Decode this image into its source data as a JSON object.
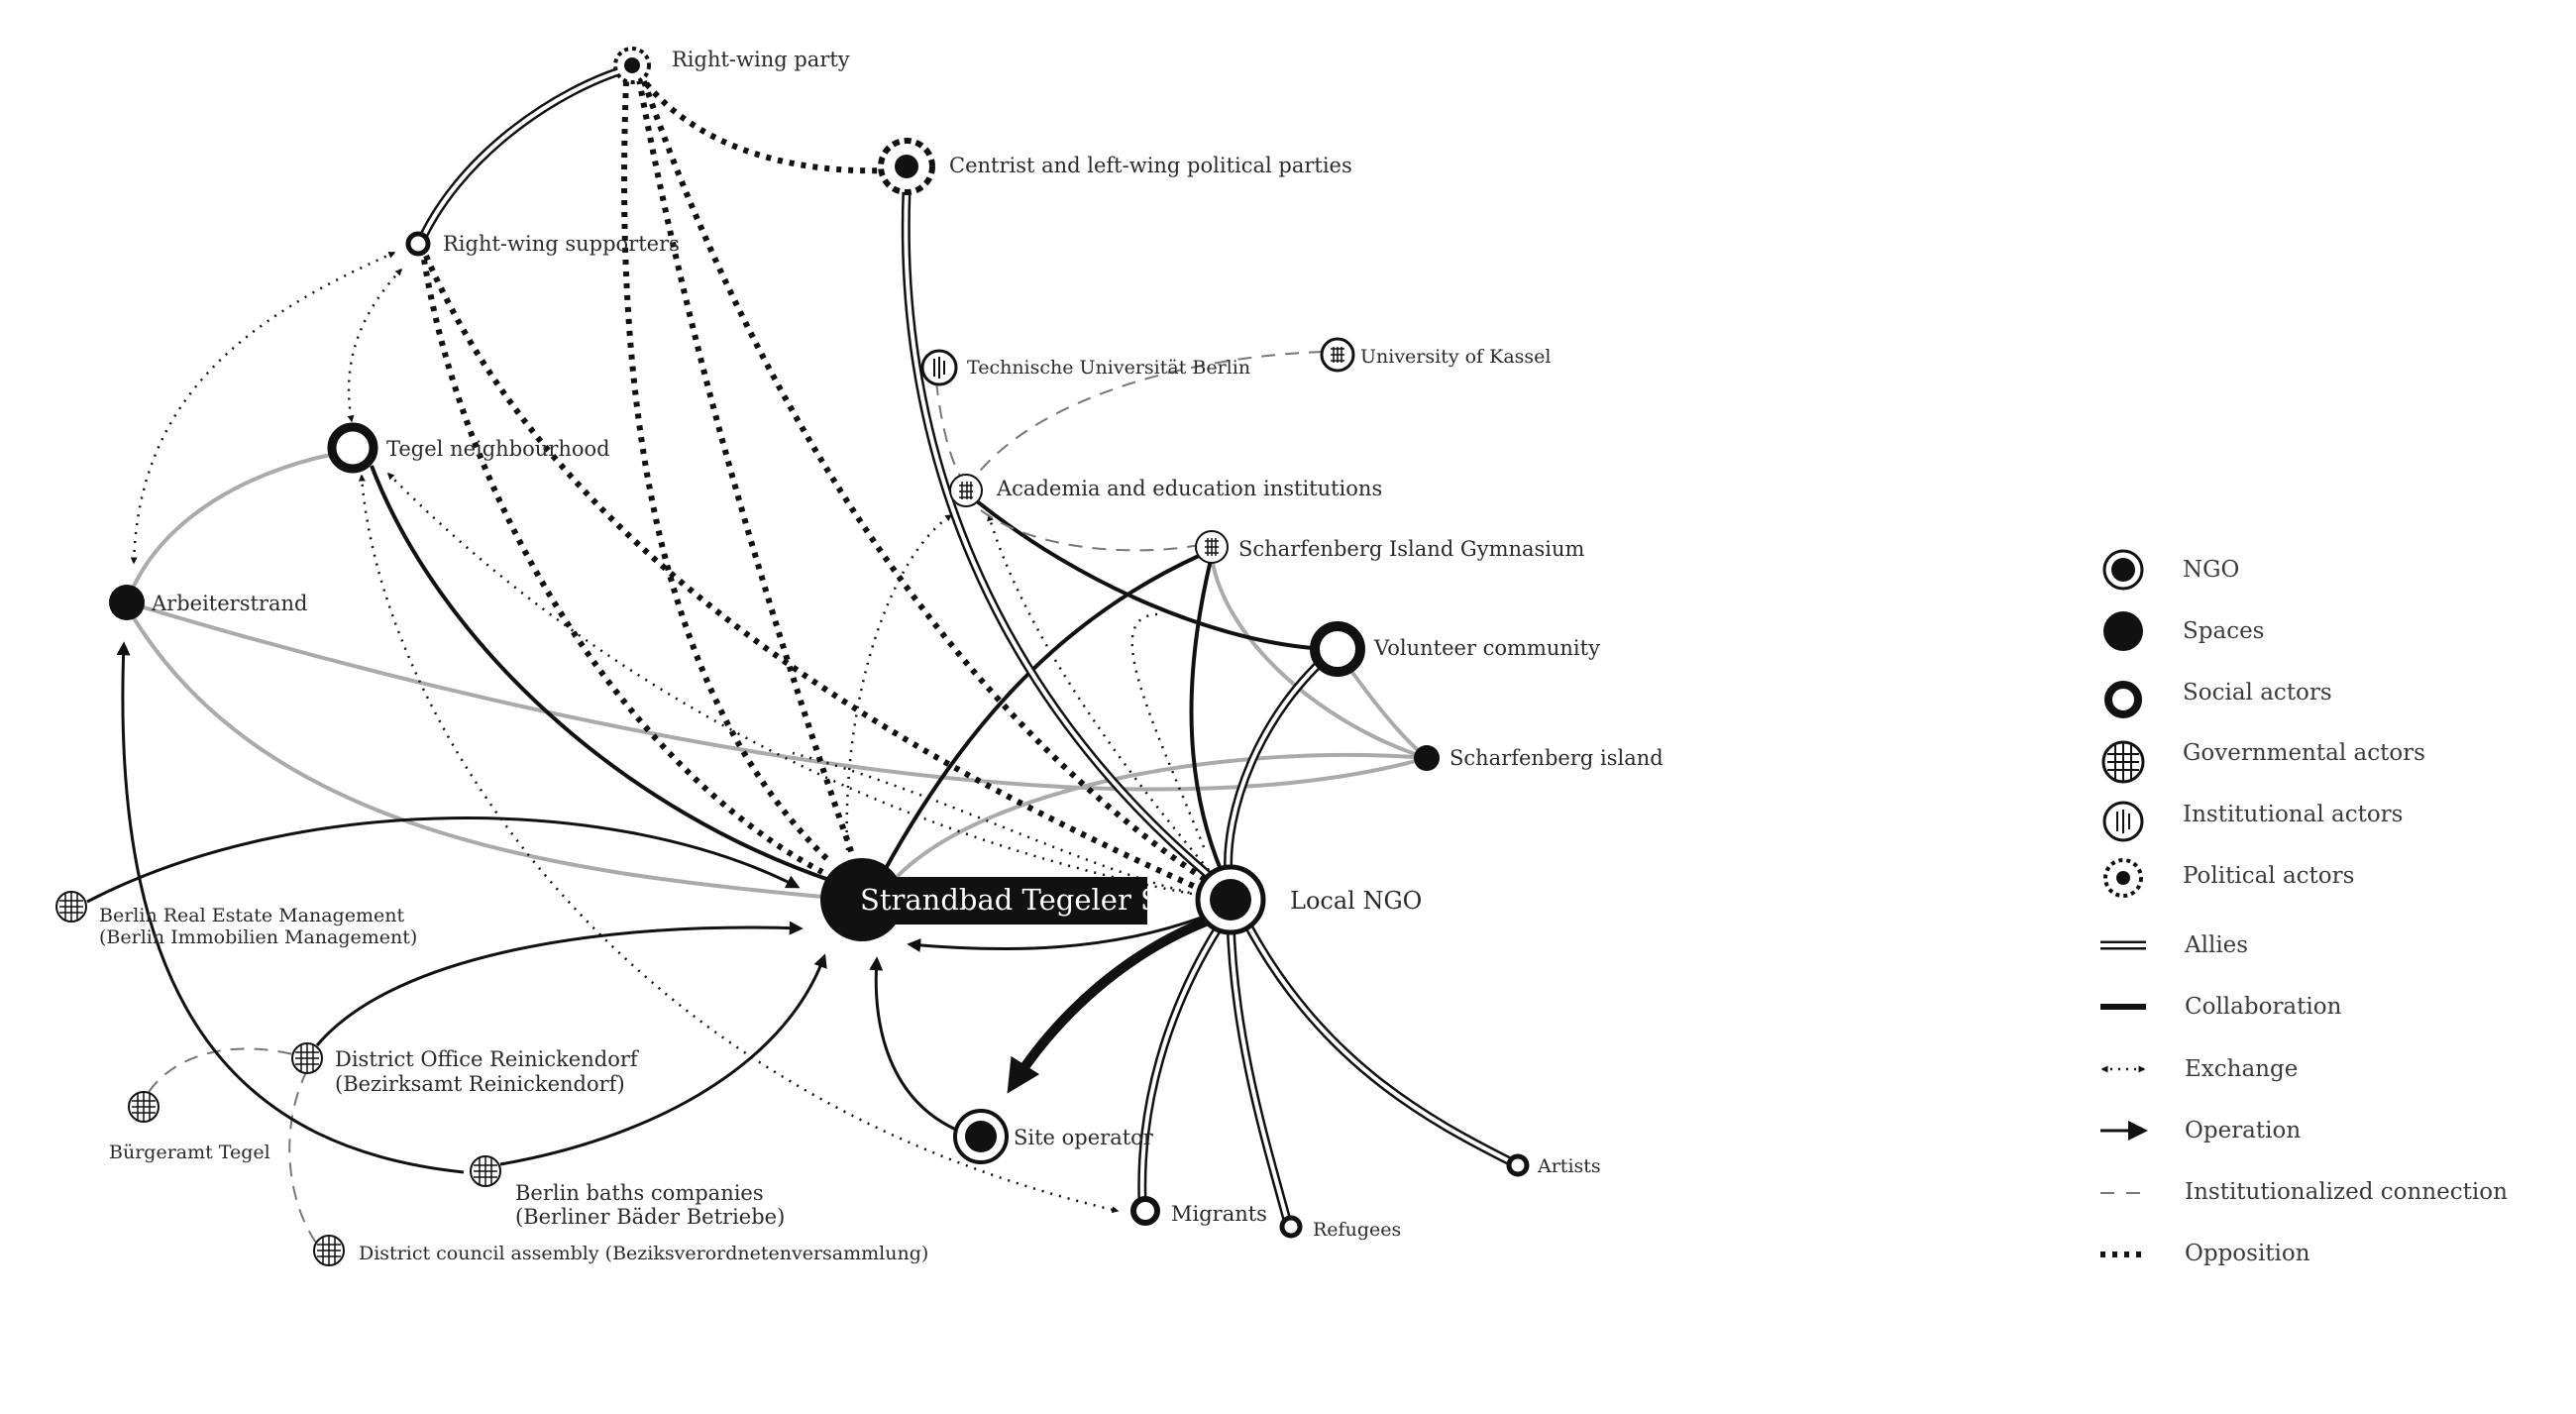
{
  "nodes": {
    "right_wing_party": "Right-wing party",
    "centrist_parties": "Centrist and left-wing political parties",
    "right_wing_supporters": "Right-wing supporters",
    "tu_berlin": "Technische Universität Berlin",
    "uni_kassel": "University of Kassel",
    "tegel_neighbourhood": "Tegel neighbourhood",
    "academia": "Academia and education institutions",
    "scharfenberg_gymnasium": "Scharfenberg Island Gymnasium",
    "arbeiterstrand": "Arbeiterstrand",
    "volunteer_community": "Volunteer community",
    "scharfenberg_island": "Scharfenberg island",
    "strandbad": "Strandbad Tegeler See",
    "local_ngo": "Local NGO",
    "berlin_real_estate_1": "Berlin Real Estate Management",
    "berlin_real_estate_2": "(Berlin Immobilien Management)",
    "district_office_1": "District Office Reinickendorf",
    "district_office_2": "(Bezirksamt Reinickendorf)",
    "buergeramt": "Bürgeramt Tegel",
    "site_operator": "Site operator",
    "berlin_baths_1": "Berlin baths companies",
    "berlin_baths_2": "(Berliner Bäder Betriebe)",
    "district_council": "District council assembly (Beziksverordnetenversammlung)",
    "migrants": "Migrants",
    "refugees": "Refugees",
    "artists": "Artists"
  },
  "legend": {
    "ngo": "NGO",
    "spaces": "Spaces",
    "social_actors": "Social actors",
    "governmental_actors": "Governmental actors",
    "institutional_actors": "Institutional actors",
    "political_actors": "Political actors",
    "allies": "Allies",
    "collaboration": "Collaboration",
    "exchange": "Exchange",
    "operation": "Operation",
    "institutionalized_connection": "Institutionalized connection",
    "opposition": "Opposition"
  }
}
